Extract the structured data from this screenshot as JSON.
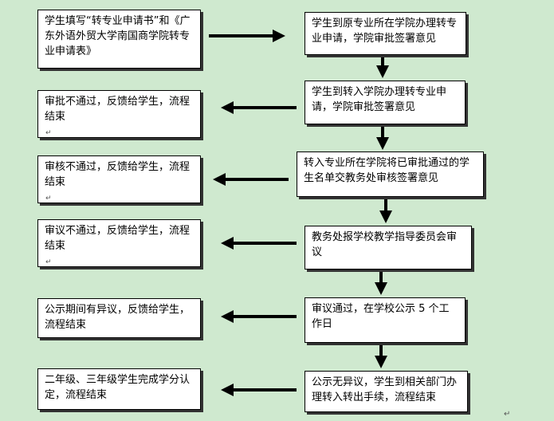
{
  "boxes": {
    "apply": "学生填写“转专业申请书”和《广东外语外贸大学南国商学院转专业申请表》",
    "orig_college": "学生到原专业所在学院办理转专业申请，学院审批签署意见",
    "target_college": "学生到转入学院办理转专业申请，学院审批签署意见",
    "review_office": "转入专业所在学院将已审批通过的学生名单交教务处审核签署意见",
    "committee": "教务处报学校教学指导委员会审议",
    "publicize": "审议通过，在学校公示 5 个工作日",
    "complete": "公示无异议，学生到相关部门办理转入转出手续，流程结束",
    "reject1": "审批不通过，反馈给学生，流程结束",
    "reject2": "审核不通过，反馈给学生，流程结束",
    "reject3": "审议不通过，反馈给学生，流程结束",
    "objection": "公示期间有异议，反馈给学生，流程结束",
    "credits": "二年级、三年级学生完成学分认定，流程结束"
  },
  "marks": {
    "paragraph": "↵",
    "foot": "↵"
  }
}
